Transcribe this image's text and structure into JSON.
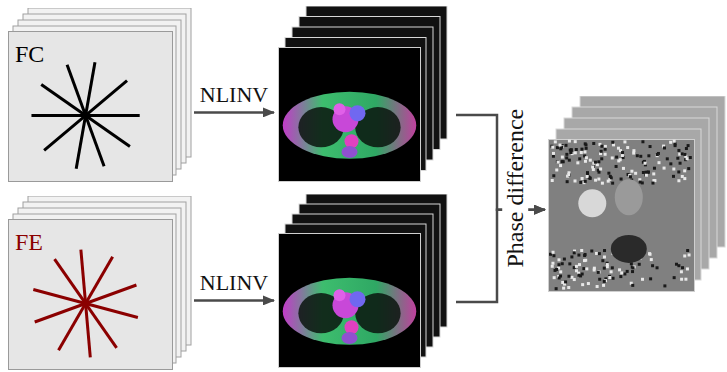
{
  "diagram": {
    "nodes": [
      {
        "text": [
          "FC"
        ]
      },
      {
        "text": [
          "FE"
        ]
      },
      {
        "text": []
      },
      {
        "text": []
      },
      {
        "text": []
      }
    ],
    "edges": [
      {
        "from": 0,
        "to": 2,
        "arrow": "to",
        "label": "NLINV"
      },
      {
        "from": 1,
        "to": 3,
        "arrow": "to",
        "label": "NLINV"
      },
      {
        "from": 2,
        "to": 4,
        "arrow": "to"
      },
      {
        "from": 3,
        "to": 4,
        "arrow": "to"
      }
    ],
    "labels": [
      "Phase difference"
    ]
  }
}
